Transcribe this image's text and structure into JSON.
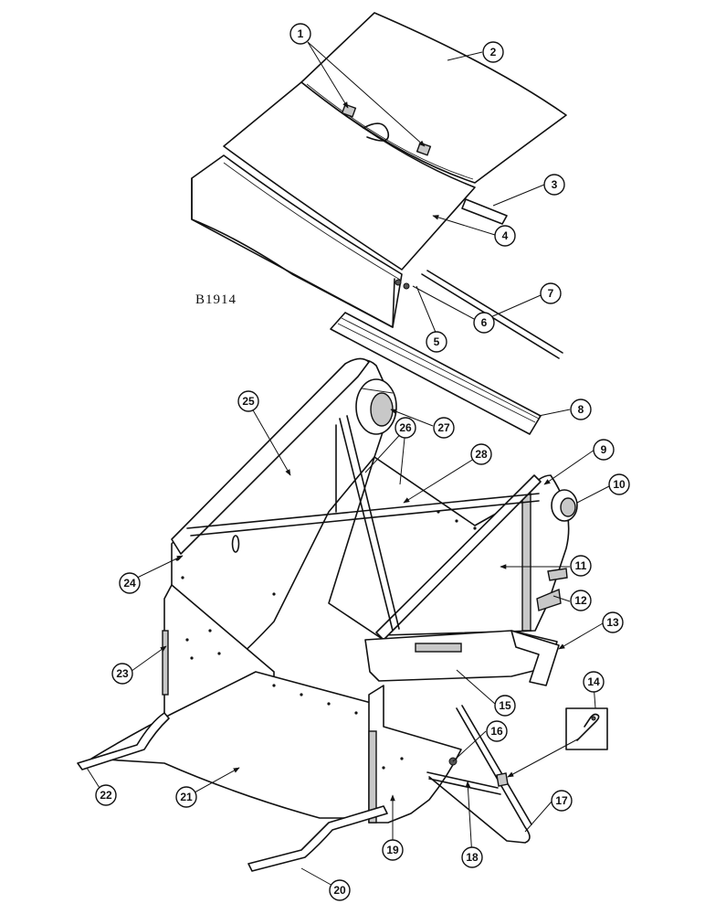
{
  "drawing": {
    "id": "B1914",
    "callouts": [
      "1",
      "2",
      "3",
      "4",
      "5",
      "6",
      "7",
      "8",
      "9",
      "10",
      "11",
      "12",
      "13",
      "14",
      "15",
      "16",
      "17",
      "18",
      "19",
      "20",
      "21",
      "22",
      "23",
      "24",
      "25",
      "26",
      "27",
      "28"
    ]
  }
}
